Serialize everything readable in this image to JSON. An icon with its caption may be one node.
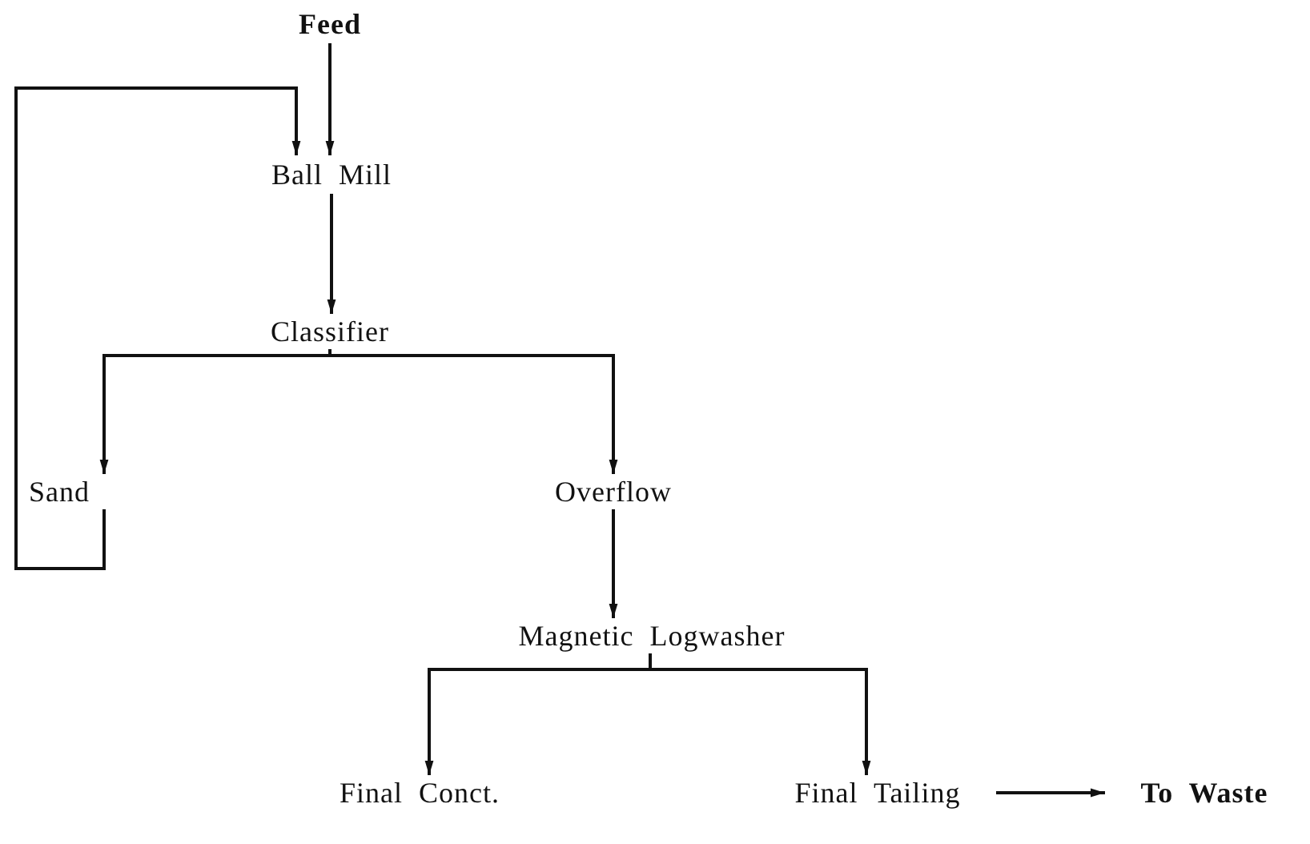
{
  "diagram": {
    "nodes": [
      {
        "text": [
          "Feed"
        ]
      },
      {
        "text": [
          "Ball Mill"
        ]
      },
      {
        "text": [
          "Classifier"
        ]
      },
      {
        "text": [
          "Sand"
        ]
      },
      {
        "text": [
          "Overflow"
        ]
      },
      {
        "text": [
          "Magnetic Logwasher"
        ]
      },
      {
        "text": [
          "Final Conct."
        ]
      },
      {
        "text": [
          "Final Tailing"
        ]
      },
      {
        "text": [
          "To Waste"
        ]
      }
    ],
    "edges": [
      {
        "from": 0,
        "to": 1,
        "arrow": "to"
      },
      {
        "from": 3,
        "to": 1,
        "arrow": "to"
      },
      {
        "from": 1,
        "to": 2,
        "arrow": "to"
      },
      {
        "from": 2,
        "to": 3,
        "arrow": "to"
      },
      {
        "from": 2,
        "to": 4,
        "arrow": "to"
      },
      {
        "from": 4,
        "to": 5,
        "arrow": "to"
      },
      {
        "from": 5,
        "to": 6,
        "arrow": "to"
      },
      {
        "from": 5,
        "to": 7,
        "arrow": "to"
      },
      {
        "from": 7,
        "to": 8,
        "arrow": "to"
      }
    ]
  }
}
